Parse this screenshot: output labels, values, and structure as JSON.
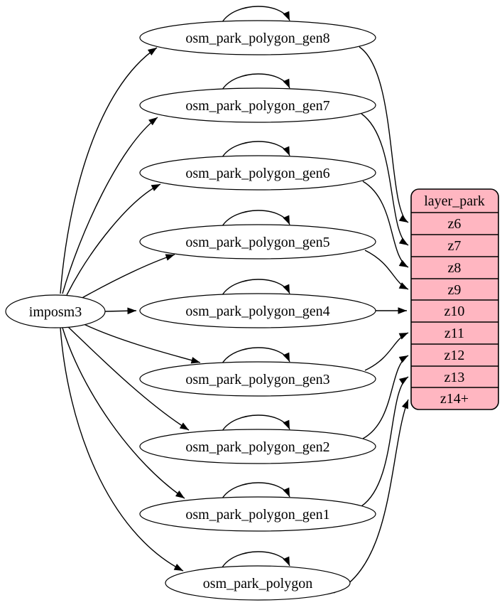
{
  "colors": {
    "table_fill": "#ffb6c1",
    "node_fill": "#ffffff",
    "line": "#000000"
  },
  "source_node": {
    "label": "imposm3"
  },
  "generalized_tables": [
    {
      "label": "osm_park_polygon_gen8"
    },
    {
      "label": "osm_park_polygon_gen7"
    },
    {
      "label": "osm_park_polygon_gen6"
    },
    {
      "label": "osm_park_polygon_gen5"
    },
    {
      "label": "osm_park_polygon_gen4"
    },
    {
      "label": "osm_park_polygon_gen3"
    },
    {
      "label": "osm_park_polygon_gen2"
    },
    {
      "label": "osm_park_polygon_gen1"
    },
    {
      "label": "osm_park_polygon"
    }
  ],
  "layer_table": {
    "title": "layer_park",
    "rows": [
      "z6",
      "z7",
      "z8",
      "z9",
      "z10",
      "z11",
      "z12",
      "z13",
      "z14+"
    ]
  },
  "edges": [
    [
      "imposm3",
      "osm_park_polygon_gen8"
    ],
    [
      "imposm3",
      "osm_park_polygon_gen7"
    ],
    [
      "imposm3",
      "osm_park_polygon_gen6"
    ],
    [
      "imposm3",
      "osm_park_polygon_gen5"
    ],
    [
      "imposm3",
      "osm_park_polygon_gen4"
    ],
    [
      "imposm3",
      "osm_park_polygon_gen3"
    ],
    [
      "imposm3",
      "osm_park_polygon_gen2"
    ],
    [
      "imposm3",
      "osm_park_polygon_gen1"
    ],
    [
      "imposm3",
      "osm_park_polygon"
    ],
    [
      "osm_park_polygon_gen8",
      "osm_park_polygon_gen8"
    ],
    [
      "osm_park_polygon_gen7",
      "osm_park_polygon_gen7"
    ],
    [
      "osm_park_polygon_gen6",
      "osm_park_polygon_gen6"
    ],
    [
      "osm_park_polygon_gen5",
      "osm_park_polygon_gen5"
    ],
    [
      "osm_park_polygon_gen4",
      "osm_park_polygon_gen4"
    ],
    [
      "osm_park_polygon_gen3",
      "osm_park_polygon_gen3"
    ],
    [
      "osm_park_polygon_gen2",
      "osm_park_polygon_gen2"
    ],
    [
      "osm_park_polygon_gen1",
      "osm_park_polygon_gen1"
    ],
    [
      "osm_park_polygon",
      "osm_park_polygon"
    ],
    [
      "osm_park_polygon_gen8",
      "layer_park.z6"
    ],
    [
      "osm_park_polygon_gen7",
      "layer_park.z7"
    ],
    [
      "osm_park_polygon_gen6",
      "layer_park.z8"
    ],
    [
      "osm_park_polygon_gen5",
      "layer_park.z9"
    ],
    [
      "osm_park_polygon_gen4",
      "layer_park.z10"
    ],
    [
      "osm_park_polygon_gen3",
      "layer_park.z11"
    ],
    [
      "osm_park_polygon_gen2",
      "layer_park.z12"
    ],
    [
      "osm_park_polygon_gen1",
      "layer_park.z13"
    ],
    [
      "osm_park_polygon",
      "layer_park.z14+"
    ]
  ]
}
